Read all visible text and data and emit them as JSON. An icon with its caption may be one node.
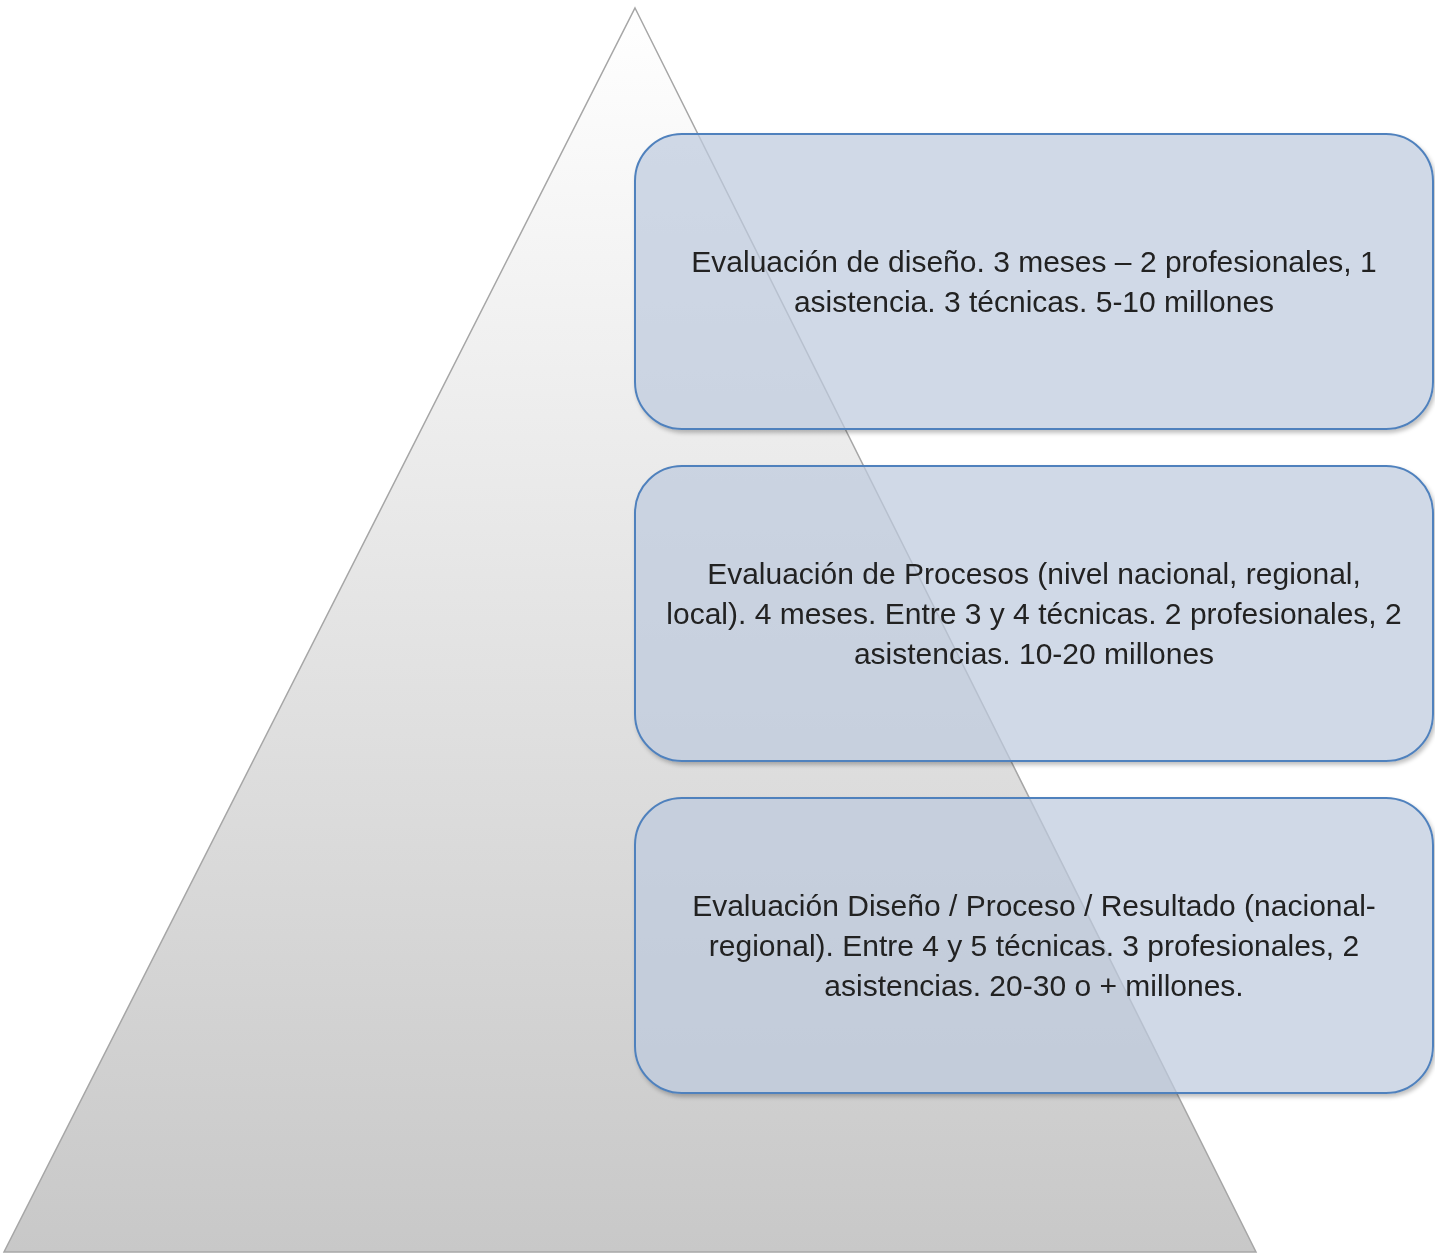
{
  "diagram": {
    "nodes": [
      {
        "text": [
          "Evaluación de diseño. 3 meses – 2 profesionales, 1 asistencia. 3 técnicas. 5-10 millones"
        ]
      },
      {
        "text": [
          "Evaluación de Procesos (nivel nacional, regional, local). 4 meses. Entre 3 y 4 técnicas. 2 profesionales, 2 asistencias. 10-20 millones"
        ]
      },
      {
        "text": [
          "Evaluación Diseño / Proceso / Resultado (nacional-regional). Entre 4 y 5 técnicas. 3 profesionales, 2 asistencias. 20-30 o + millones."
        ]
      }
    ]
  }
}
